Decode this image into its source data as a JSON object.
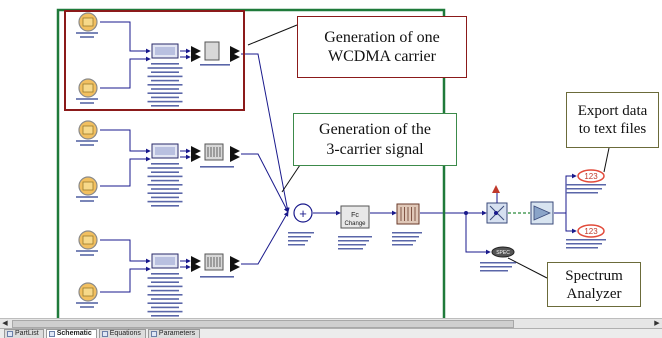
{
  "callouts": {
    "wcdma": "Generation of one\nWCDMA carrier",
    "three_carrier": "Generation of the\n3-carrier signal",
    "export": "Export data\nto text files",
    "spectrum": "Spectrum\nAnalyzer"
  },
  "tabs": [
    {
      "label": "PartList",
      "active": false
    },
    {
      "label": "Schematic",
      "active": true
    },
    {
      "label": "Equations",
      "active": false
    },
    {
      "label": "Parameters",
      "active": false
    }
  ],
  "blocks": {
    "sum_label": "+",
    "fc_label1": "Fc",
    "fc_label2": "Change",
    "output1": "123",
    "output2": "123",
    "analyzer": "SPEC"
  },
  "colors": {
    "wcdma_box": "#8b1a1a",
    "three_carrier_box": "#1f7a3a",
    "wire": "#1a1a8c",
    "source_fill": "#f2c060",
    "output_badge": "#e24a3a"
  }
}
